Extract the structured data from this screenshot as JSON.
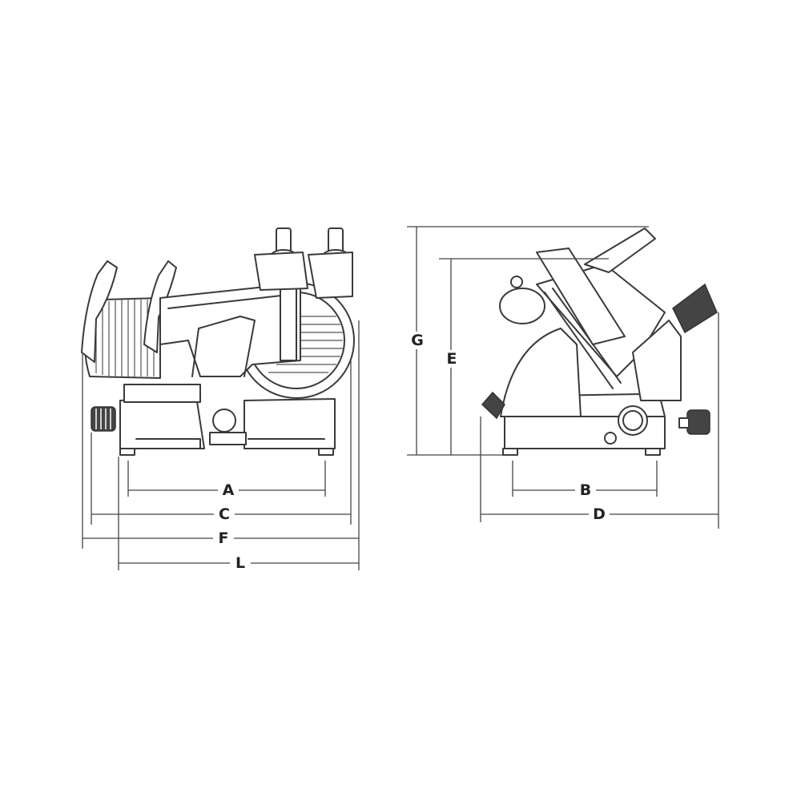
{
  "labels": {
    "A": "A",
    "B": "B",
    "C": "C",
    "D": "D",
    "E": "E",
    "F": "F",
    "G": "G",
    "L": "L"
  },
  "colors": {
    "stroke": "#3a3a3a",
    "grip": "#444444",
    "background": "#ffffff"
  }
}
